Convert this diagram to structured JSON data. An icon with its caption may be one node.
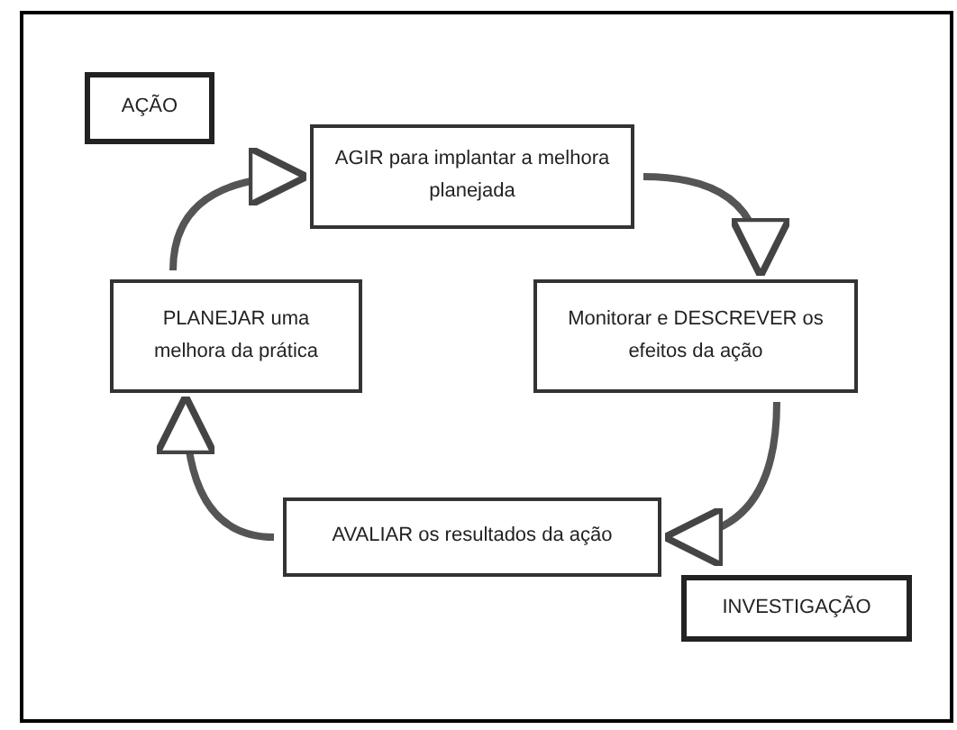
{
  "diagram": {
    "nodes": [
      {
        "text": [
          "AÇÃO"
        ]
      },
      {
        "text": [
          "AGIR para implantar a melhora planejada"
        ]
      },
      {
        "text": [
          "PLANEJAR uma melhora da prática"
        ]
      },
      {
        "text": [
          "Monitorar e DESCREVER os efeitos da ação"
        ]
      },
      {
        "text": [
          "AVALIAR os resultados da ação"
        ]
      },
      {
        "text": [
          "INVESTIGAÇÃO"
        ]
      }
    ],
    "edges": [
      {
        "from": 2,
        "to": 1,
        "arrow": "to"
      },
      {
        "from": 1,
        "to": 3,
        "arrow": "to"
      },
      {
        "from": 3,
        "to": 4,
        "arrow": "to"
      },
      {
        "from": 4,
        "to": 2,
        "arrow": "to"
      }
    ]
  }
}
